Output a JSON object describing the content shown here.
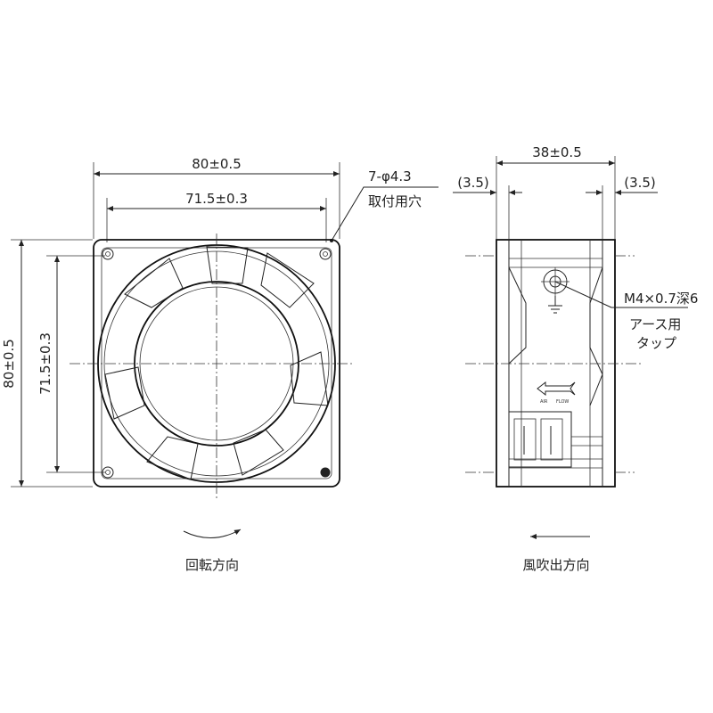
{
  "front_view": {
    "dims": {
      "width_outer": "80±0.5",
      "width_holes": "71.5±0.3",
      "height_outer": "80±0.5",
      "height_holes": "71.5±0.3"
    },
    "hole_note_line1": "7-φ4.3",
    "hole_note_line2": "取付用穴",
    "rotation_label": "回転方向"
  },
  "side_view": {
    "dims": {
      "depth": "38±0.5",
      "left_offset": "(3.5)",
      "right_offset": "(3.5)"
    },
    "tap_note_line1": "M4×0.7深6",
    "tap_note_line2": "アース用",
    "tap_note_line3": "タップ",
    "airflow_label": "風吹出方向",
    "airflow_marking_line1": "AIR",
    "airflow_marking_line2": "FLOW"
  }
}
